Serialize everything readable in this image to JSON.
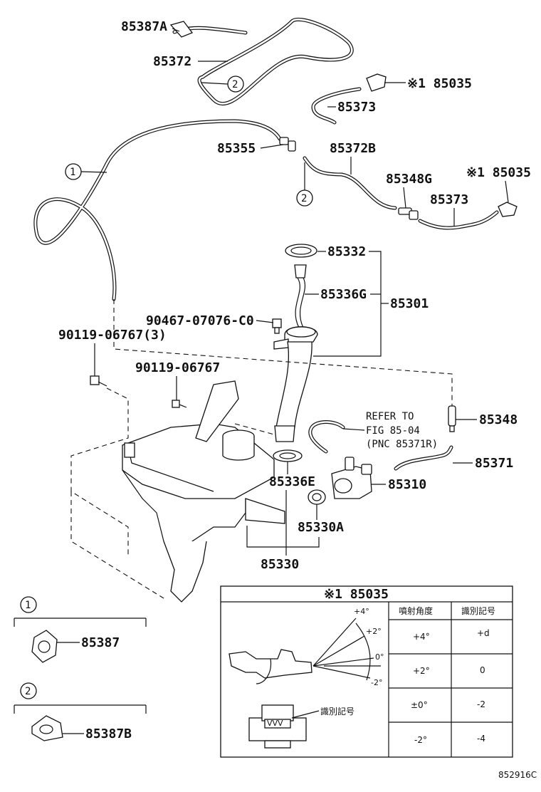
{
  "labels": {
    "p85387A": "85387A",
    "p85372": "85372",
    "p85035_top": "※1 85035",
    "p85373_top": "85373",
    "p85355": "85355",
    "p85372B": "85372B",
    "p85348G": "85348G",
    "p85035_mid": "※1 85035",
    "p85373_mid": "85373",
    "p85332": "85332",
    "p85336G": "85336G",
    "p85301": "85301",
    "p90467": "90467-07076-C0",
    "p90119_3": "90119-06767(3)",
    "p90119": "90119-06767",
    "p85348": "85348",
    "refer1": "REFER TO",
    "refer2": "FIG 85-04",
    "refer3": "(PNC 85371R)",
    "p85371": "85371",
    "p85336E": "85336E",
    "p85310": "85310",
    "p85330A": "85330A",
    "p85330": "85330",
    "p85387": "85387",
    "p85387B": "85387B",
    "circ1": "1",
    "circ2": "2",
    "footer": "852916C"
  },
  "nozzle_table": {
    "title": "※1 85035",
    "col1": "噴射角度",
    "col2": "識別記号",
    "rows": [
      {
        "angle": "+4°",
        "mark": "+d"
      },
      {
        "angle": "+2°",
        "mark": "0"
      },
      {
        "angle": "±0°",
        "mark": "-2"
      },
      {
        "angle": "-2°",
        "mark": "-4"
      }
    ],
    "angle_ticks": [
      "+4°",
      "+2°",
      "0°",
      "-2°"
    ],
    "marking_label": "識別記号"
  }
}
